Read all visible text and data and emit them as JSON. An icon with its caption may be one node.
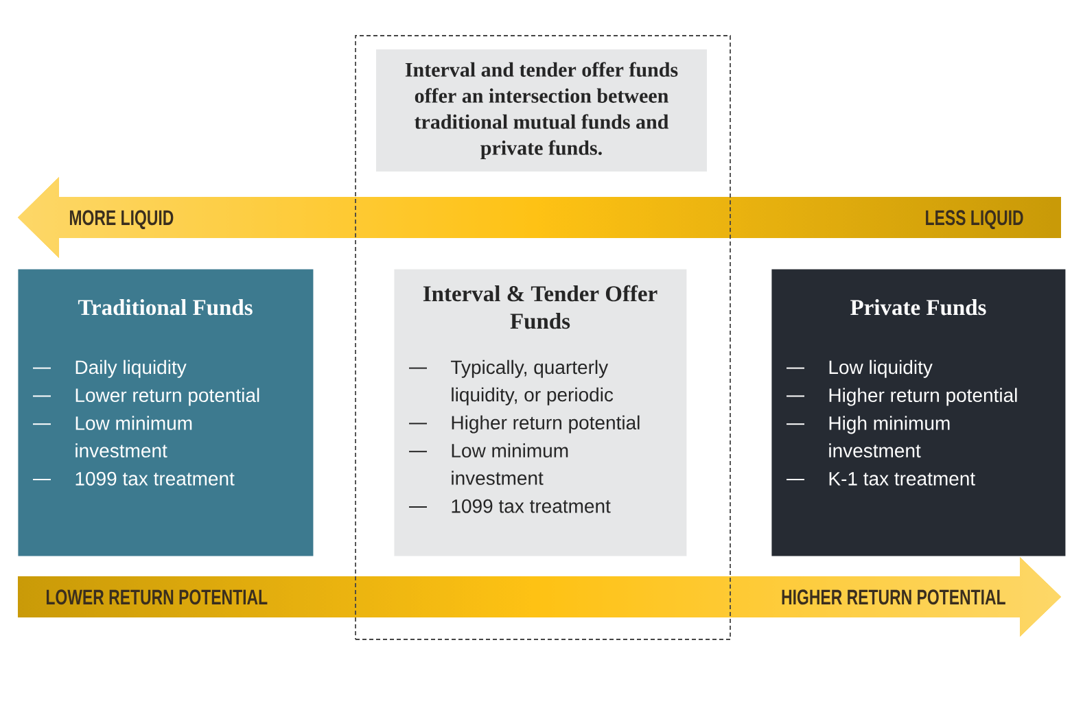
{
  "diagram": {
    "nodes": [
      {
        "text": [],
        "shape": "box"
      },
      {
        "text": [
          "Interval and tender offer funds offer an intersection between traditional mutual funds and private funds."
        ],
        "in": 0
      },
      {
        "text": [
          "MORE LIQUID",
          "LESS LIQUID"
        ]
      },
      {
        "text": [
          "Traditional Funds",
          "Daily liquidity",
          "Lower return potential",
          "Low minimum investment",
          "1099 tax treatment"
        ]
      },
      {
        "text": [
          "Interval & Tender Offer Funds",
          "Typically, quarterly liquidity, or periodic",
          "Higher return potential",
          "Low minimum investment",
          "1099 tax treatment"
        ],
        "in": 0
      },
      {
        "text": [
          "Private Funds",
          "Low liquidity",
          "Higher return potential",
          "High minimum investment",
          "K-1 tax treatment"
        ]
      },
      {
        "text": [
          "LOWER RETURN POTENTIAL",
          "HIGHER RETURN POTENTIAL"
        ]
      }
    ]
  }
}
